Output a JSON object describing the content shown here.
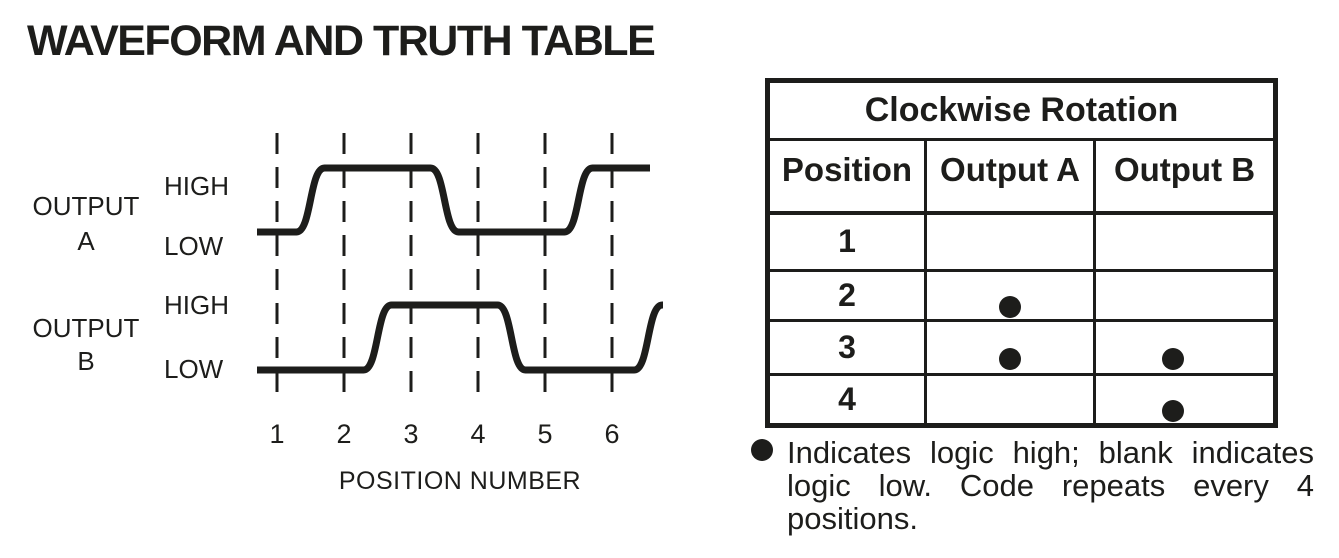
{
  "title": "WAVEFORM AND TRUTH TABLE",
  "colors": {
    "ink": "#1d1d1b",
    "background": "#ffffff"
  },
  "chart_data": {
    "type": "digital-timing-waveform",
    "title": "WAVEFORM AND TRUTH TABLE",
    "x_axis": {
      "label": "POSITION NUMBER",
      "ticks": [
        "1",
        "2",
        "3",
        "4",
        "5",
        "6"
      ]
    },
    "grid": "dashed-vertical-at-each-position",
    "signals": [
      {
        "name": "OUTPUT A",
        "name_lines": [
          "OUTPUT",
          "A"
        ],
        "high_label": "HIGH",
        "low_label": "LOW",
        "initial_level": "low",
        "transition_positions": [
          1.5,
          3.5,
          5.5
        ],
        "level_by_position": [
          "low",
          "high",
          "high",
          "low",
          "low",
          "high"
        ]
      },
      {
        "name": "OUTPUT B",
        "name_lines": [
          "OUTPUT",
          "B"
        ],
        "high_label": "HIGH",
        "low_label": "LOW",
        "initial_level": "low",
        "transition_positions": [
          2.5,
          4.5,
          6.54
        ],
        "level_by_position": [
          "low",
          "low",
          "high",
          "high",
          "low",
          "low"
        ]
      }
    ]
  },
  "table": {
    "title": "Clockwise Rotation",
    "columns": [
      "Position",
      "Output A",
      "Output B"
    ],
    "rows": [
      {
        "position": "1",
        "output_a": false,
        "output_b": false
      },
      {
        "position": "2",
        "output_a": true,
        "output_b": false
      },
      {
        "position": "3",
        "output_a": true,
        "output_b": true
      },
      {
        "position": "4",
        "output_a": false,
        "output_b": true
      }
    ],
    "dot_symbol": "●"
  },
  "footnote": {
    "bullet_symbol": "●",
    "lines": [
      "Indicates logic high; blank indicates",
      "logic low. Code repeats every 4",
      "positions."
    ],
    "justified": [
      true,
      true,
      false
    ],
    "text": "Indicates logic high; blank indicates logic low. Code repeats every 4 positions."
  }
}
